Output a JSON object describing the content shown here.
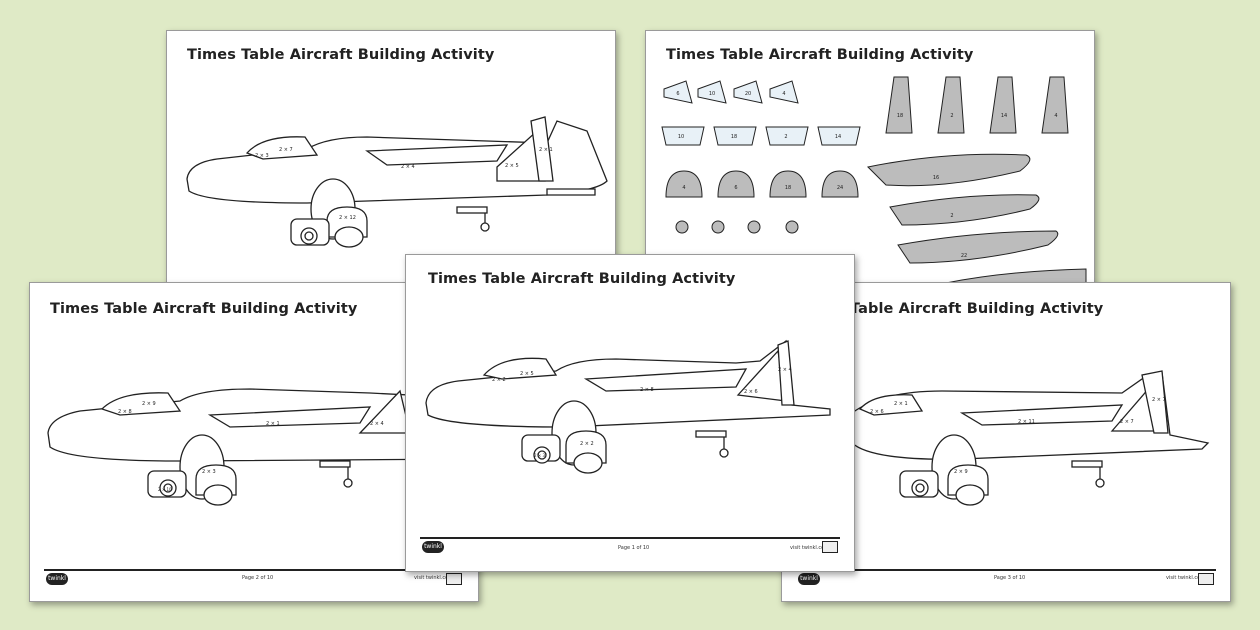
{
  "background_color": "#dfeac6",
  "activity_title": "Times Table Aircraft Building Activity",
  "sheets": {
    "top_left": {
      "title": "Times Table Aircraft Building Activity",
      "labels": {
        "cockpit": "2 × 7",
        "nose": "2 × 3",
        "wing": "2 × 4",
        "tail": "2 × 5",
        "fin": "2 × 1",
        "gear": "2 × 12"
      }
    },
    "top_right": {
      "title": "Times Table Aircraft Building Activity",
      "shields": [
        "6",
        "10",
        "20",
        "4"
      ],
      "boxes": [
        "10",
        "18",
        "2",
        "14"
      ],
      "domes": [
        "4",
        "6",
        "18",
        "24"
      ],
      "fins": [
        "18",
        "2",
        "14",
        "4"
      ],
      "wings": [
        "16",
        "2",
        "22"
      ]
    },
    "bottom_left": {
      "title": "Times Table Aircraft Building Activity",
      "labels": {
        "cockpit": "2 × 9",
        "nose": "2 × 8",
        "wing": "2 × 1",
        "tail": "2 × 4",
        "gear": "2 × 3",
        "wheel": "2 × 10"
      },
      "page": "Page 2 of 10",
      "site": "visit twinkl.com",
      "logo": "twinkl"
    },
    "center": {
      "title": "Times Table Aircraft Building Activity",
      "labels": {
        "cockpit": "2 × 5",
        "nose": "2 × 2",
        "wing": "2 × 8",
        "tail": "2 × 6",
        "fin": "2 × 4",
        "gear": "2 × 2",
        "wheel": "2 × 3"
      },
      "page": "Page 1 of 10",
      "site": "visit twinkl.com",
      "logo": "twinkl"
    },
    "bottom_right": {
      "title": "Table Aircraft Building Activity",
      "labels": {
        "cockpit": "2 × 1",
        "nose": "2 × 6",
        "wing": "2 × 11",
        "tail": "2 × 7",
        "fin": "2 × 7",
        "gear": "2 × 9"
      },
      "page": "Page 3 of 10",
      "site": "visit twinkl.com",
      "logo": "twinkl"
    }
  }
}
